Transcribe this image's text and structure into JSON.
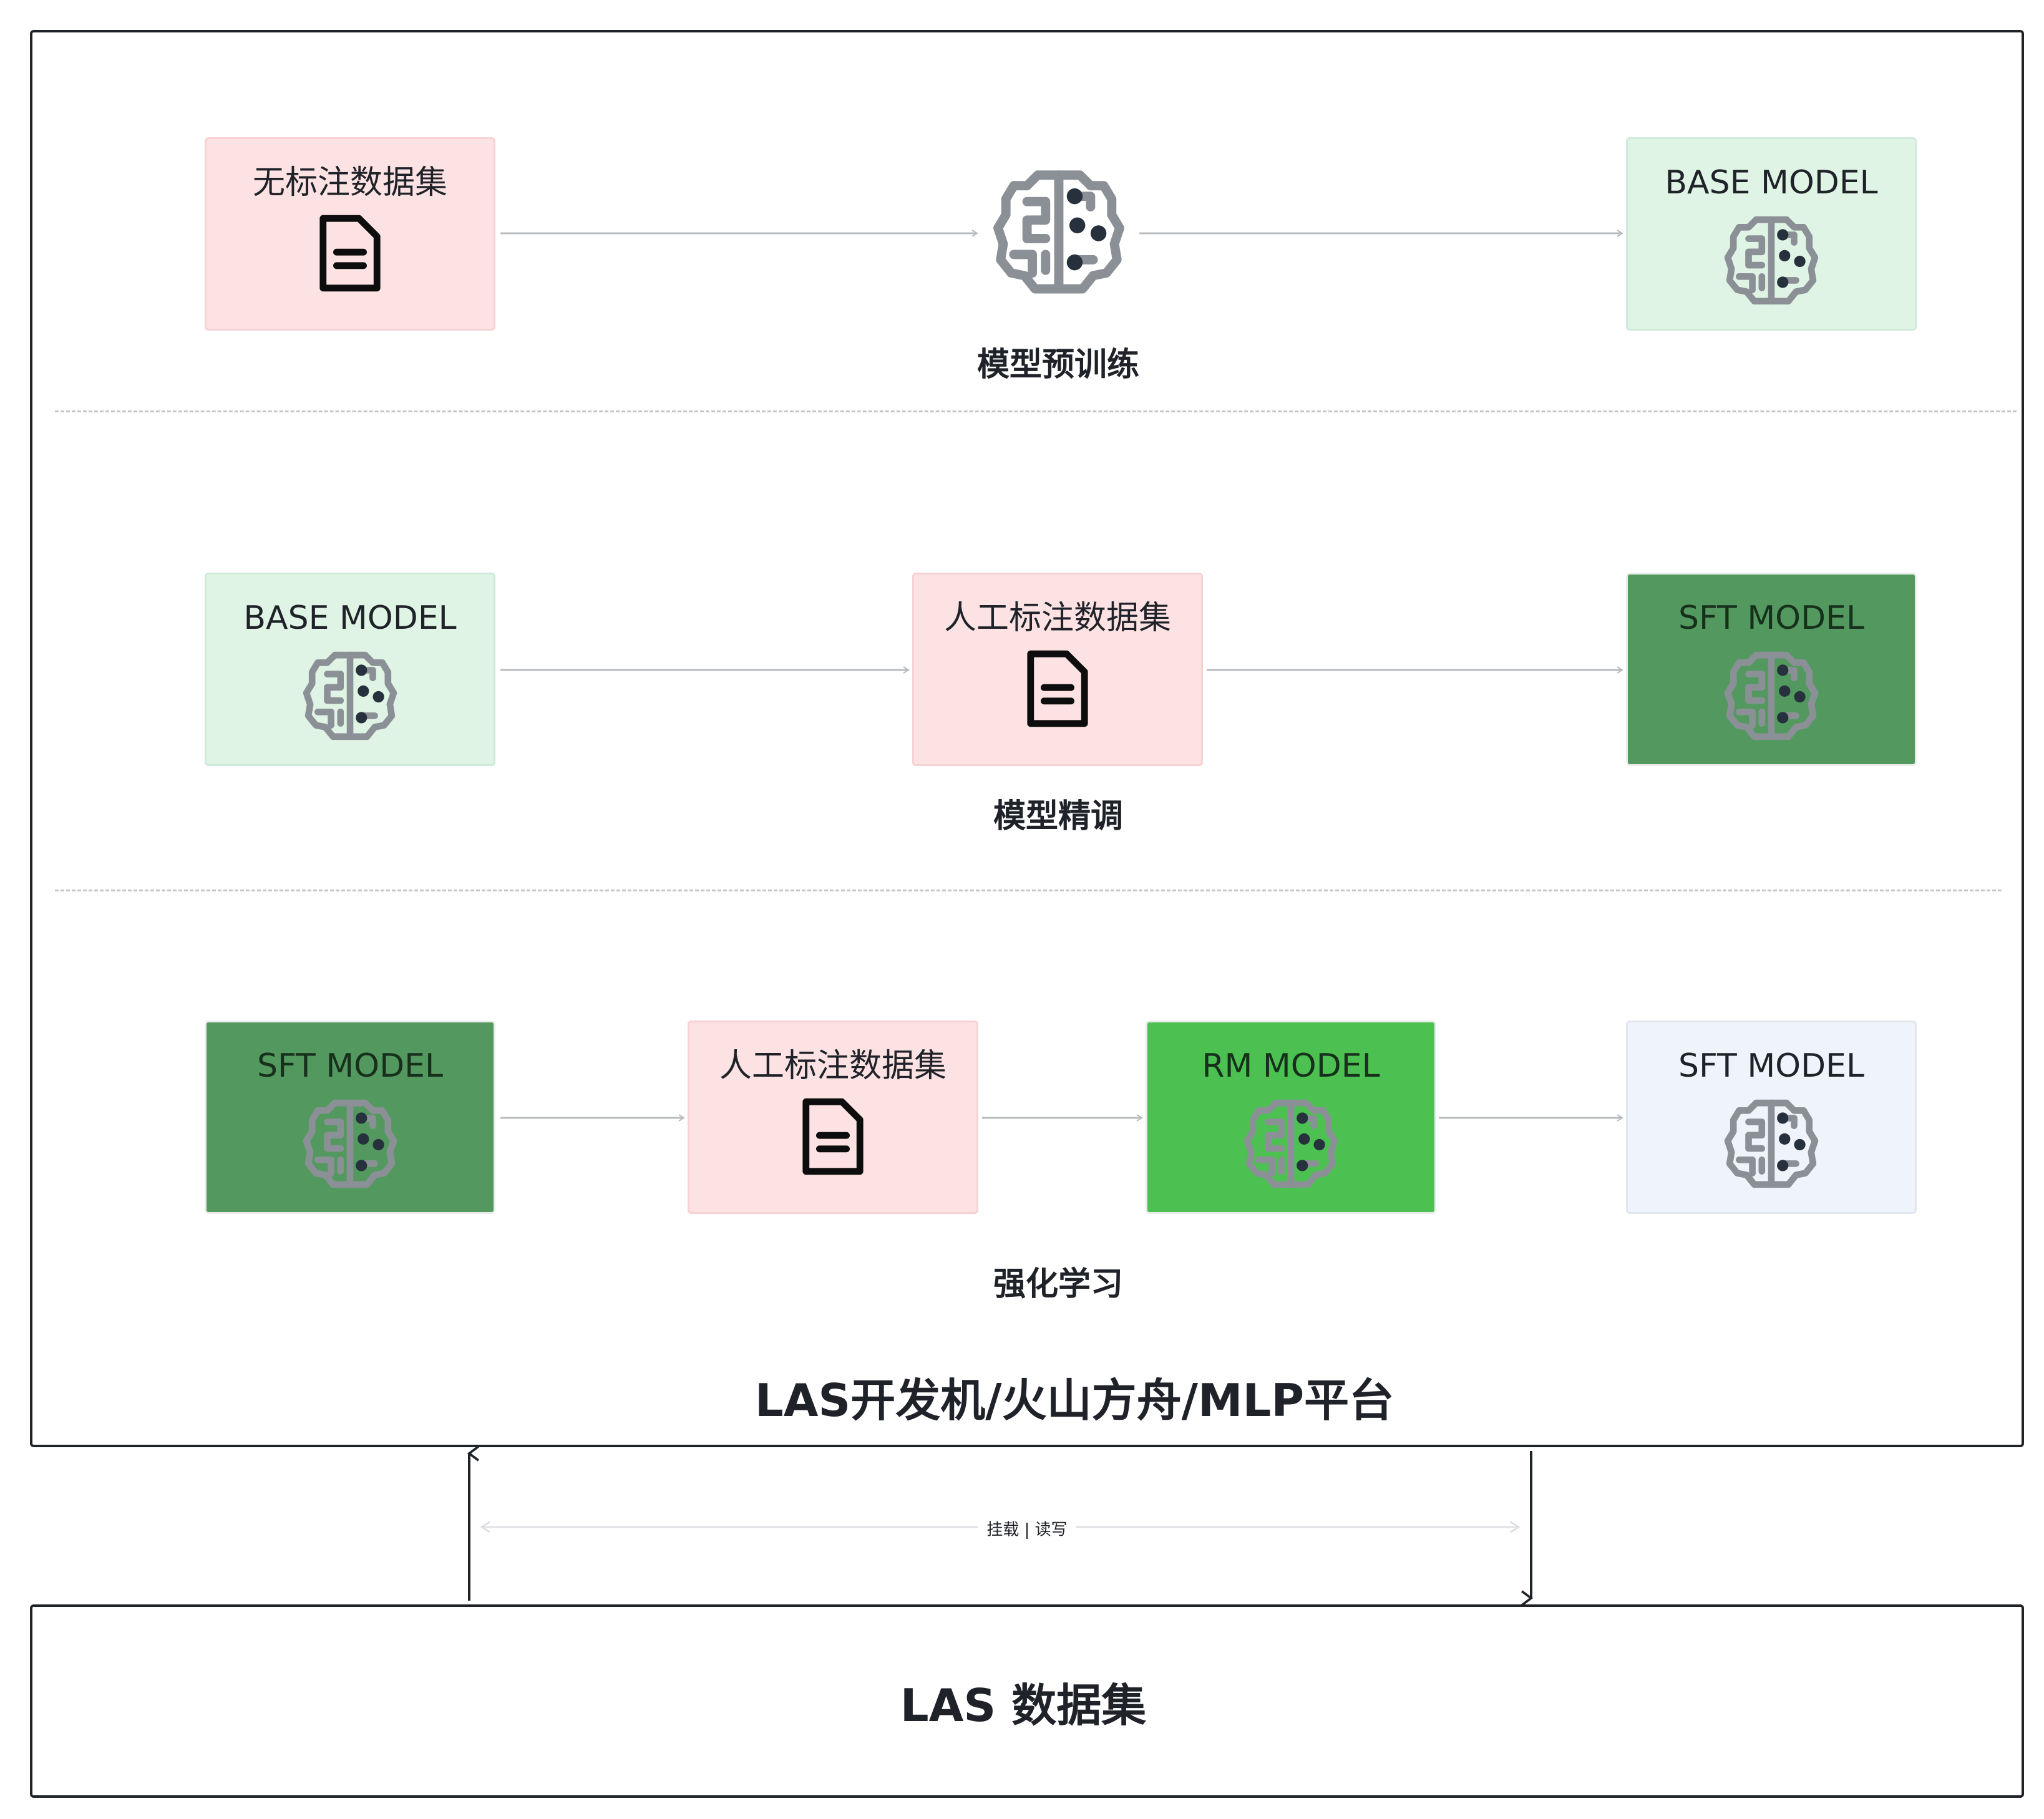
{
  "platform": {
    "title": "LAS开发机/火山方舟/MLP平台"
  },
  "datastore": {
    "title": "LAS 数据集"
  },
  "relation": {
    "label": "挂载 | 读写"
  },
  "stages": [
    {
      "title": "模型预训练",
      "nodes": [
        {
          "label": "无标注数据集",
          "icon": "document-icon",
          "color": "#fde2e3"
        },
        {
          "label": "",
          "icon": "brain-icon"
        },
        {
          "label": "BASE MODEL",
          "icon": "brain-icon",
          "color": "#dff4e4"
        }
      ]
    },
    {
      "title": "模型精调",
      "nodes": [
        {
          "label": "BASE MODEL",
          "icon": "brain-icon",
          "color": "#dff4e4"
        },
        {
          "label": "人工标注数据集",
          "icon": "document-icon",
          "color": "#fde2e3"
        },
        {
          "label": "SFT MODEL",
          "icon": "brain-icon",
          "color": "#53995f"
        }
      ]
    },
    {
      "title": "强化学习",
      "nodes": [
        {
          "label": "SFT MODEL",
          "icon": "brain-icon",
          "color": "#53995f"
        },
        {
          "label": "人工标注数据集",
          "icon": "document-icon",
          "color": "#fde2e3"
        },
        {
          "label": "RM MODEL",
          "icon": "brain-icon",
          "color": "#4cc152"
        },
        {
          "label": "SFT MODEL",
          "icon": "brain-icon",
          "color": "#eff3fb"
        }
      ]
    }
  ]
}
